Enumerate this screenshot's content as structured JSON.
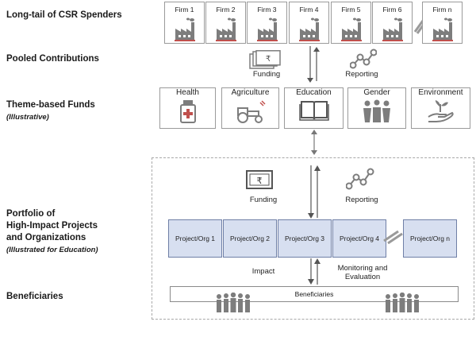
{
  "row_labels": {
    "long_tail": "Long-tail of CSR Spenders",
    "pooled": "Pooled Contributions",
    "theme_title": "Theme-based Funds",
    "theme_sub": "(Illustrative)",
    "portfolio_l1": "Portfolio of",
    "portfolio_l2": "High-Impact Projects",
    "portfolio_l3": "and Organizations",
    "portfolio_sub": "(Illustrated for Education)",
    "beneficiaries": "Beneficiaries"
  },
  "firms": [
    "Firm 1",
    "Firm 2",
    "Firm 3",
    "Firm 4",
    "Firm 5",
    "Firm 6",
    "Firm n"
  ],
  "pooled_flow": {
    "funding": "Funding",
    "reporting": "Reporting"
  },
  "themes": [
    "Health",
    "Agriculture",
    "Education",
    "Gender",
    "Environment"
  ],
  "portfolio_flow": {
    "funding": "Funding",
    "reporting": "Reporting",
    "impact": "Impact",
    "monitoring_l1": "Monitoring and",
    "monitoring_l2": "Evaluation"
  },
  "projects": [
    "Project/Org 1",
    "Project/Org 2",
    "Project/Org 3",
    "Project/Org 4",
    "Project/Org n"
  ],
  "beneficiaries_bar": "Beneficiaries",
  "colors": {
    "icon": "#7d7d7d",
    "accent_red": "#c0504d",
    "project_fill": "#d7dff0",
    "dashed_border": "#a8a8a8"
  }
}
